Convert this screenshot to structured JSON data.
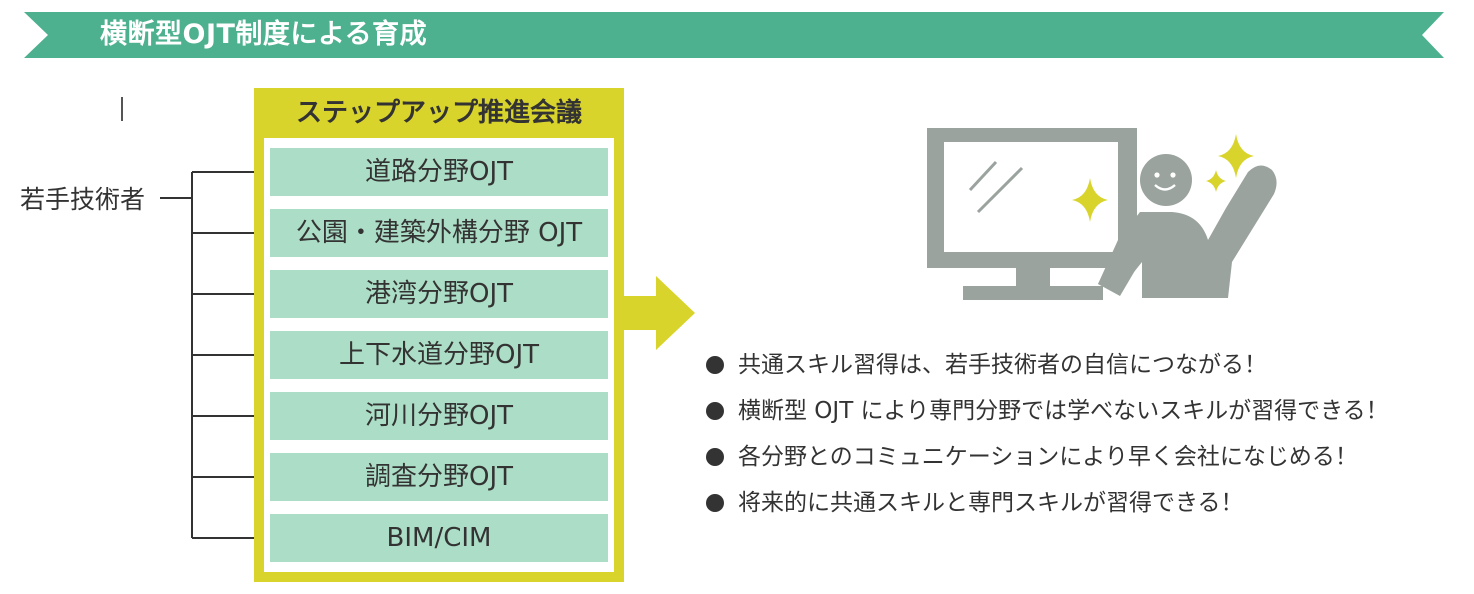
{
  "banner": {
    "title": "横断型OJT制度による育成"
  },
  "source_label": "若手技術者",
  "panel": {
    "title": "ステップアップ推進会議",
    "fields": [
      "道路分野OJT",
      "公園・建築外構分野 OJT",
      "港湾分野OJT",
      "上下水道分野OJT",
      "河川分野OJT",
      "調査分野OJT",
      "BIM/CIM"
    ]
  },
  "benefits": [
    "共通スキル習得は、若手技術者の自信につながる！",
    "横断型 OJT により専門分野では学べないスキルが習得できる！",
    "各分野とのコミュニケーションにより早く会社になじめる！",
    "将来的に共通スキルと専門スキルが習得できる！"
  ],
  "colors": {
    "banner": "#4db08f",
    "panel_border": "#d9d42b",
    "field_fill": "#acddc7",
    "arrow": "#d9d42b",
    "illustration": "#9aa39e",
    "sparkle": "#d9d42b",
    "text": "#333333"
  },
  "icons": {
    "illustration": "person-at-monitor-icon",
    "sparkle": "sparkle-icon",
    "bullet": "bullet-dot-icon"
  }
}
